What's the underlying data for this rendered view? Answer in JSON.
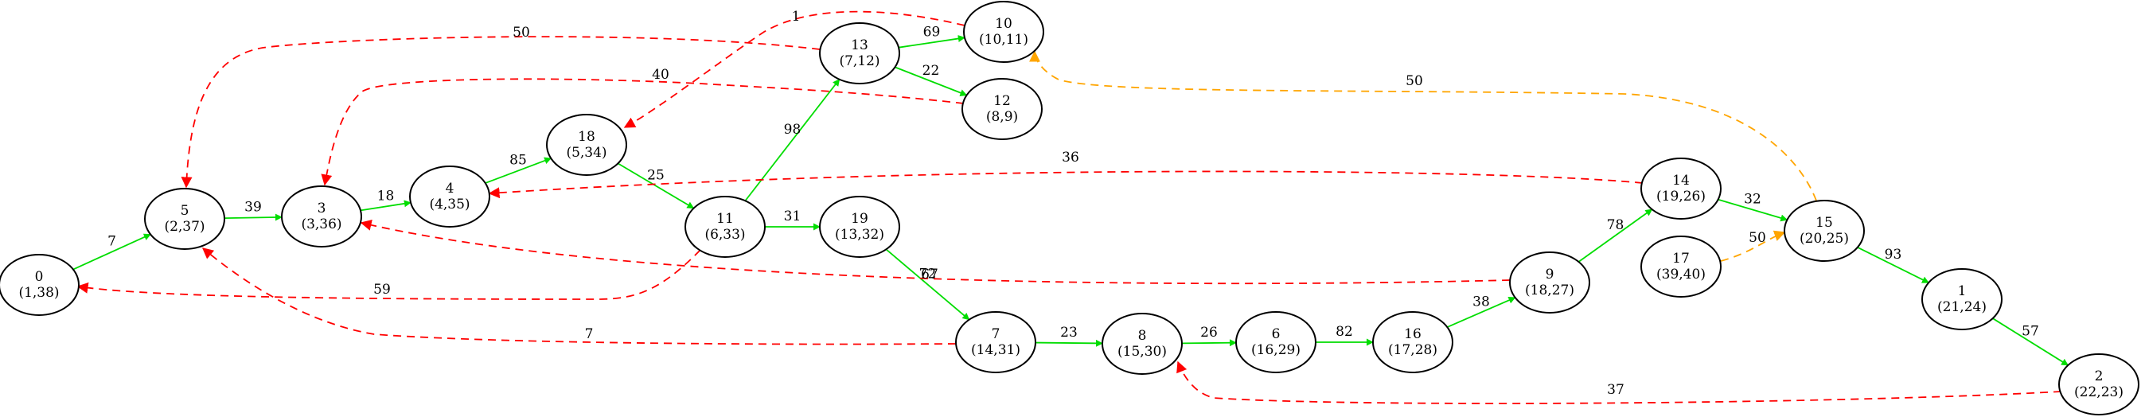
{
  "colors": {
    "tree": "#00dd00",
    "back": "#ff0000",
    "forward": "#ffa500",
    "node_stroke": "#000000"
  },
  "nodes": [
    {
      "id": "0",
      "label": "0",
      "times": "(1,38)"
    },
    {
      "id": "5",
      "label": "5",
      "times": "(2,37)"
    },
    {
      "id": "3",
      "label": "3",
      "times": "(3,36)"
    },
    {
      "id": "4",
      "label": "4",
      "times": "(4,35)"
    },
    {
      "id": "18",
      "label": "18",
      "times": "(5,34)"
    },
    {
      "id": "11",
      "label": "11",
      "times": "(6,33)"
    },
    {
      "id": "13",
      "label": "13",
      "times": "(7,12)"
    },
    {
      "id": "10",
      "label": "10",
      "times": "(10,11)"
    },
    {
      "id": "12",
      "label": "12",
      "times": "(8,9)"
    },
    {
      "id": "19",
      "label": "19",
      "times": "(13,32)"
    },
    {
      "id": "7",
      "label": "7",
      "times": "(14,31)"
    },
    {
      "id": "8",
      "label": "8",
      "times": "(15,30)"
    },
    {
      "id": "6",
      "label": "6",
      "times": "(16,29)"
    },
    {
      "id": "16",
      "label": "16",
      "times": "(17,28)"
    },
    {
      "id": "9",
      "label": "9",
      "times": "(18,27)"
    },
    {
      "id": "14",
      "label": "14",
      "times": "(19,26)"
    },
    {
      "id": "17",
      "label": "17",
      "times": "(39,40)"
    },
    {
      "id": "15",
      "label": "15",
      "times": "(20,25)"
    },
    {
      "id": "1",
      "label": "1",
      "times": "(21,24)"
    },
    {
      "id": "2",
      "label": "2",
      "times": "(22,23)"
    }
  ],
  "edges": [
    {
      "from": "0",
      "to": "5",
      "weight": "7",
      "type": "tree"
    },
    {
      "from": "5",
      "to": "3",
      "weight": "39",
      "type": "tree"
    },
    {
      "from": "3",
      "to": "4",
      "weight": "18",
      "type": "tree"
    },
    {
      "from": "4",
      "to": "18",
      "weight": "85",
      "type": "tree"
    },
    {
      "from": "18",
      "to": "11",
      "weight": "25",
      "type": "tree"
    },
    {
      "from": "11",
      "to": "13",
      "weight": "98",
      "type": "tree"
    },
    {
      "from": "13",
      "to": "10",
      "weight": "69",
      "type": "tree"
    },
    {
      "from": "13",
      "to": "12",
      "weight": "22",
      "type": "tree"
    },
    {
      "from": "11",
      "to": "19",
      "weight": "31",
      "type": "tree"
    },
    {
      "from": "19",
      "to": "7",
      "weight": "72",
      "type": "tree"
    },
    {
      "from": "7",
      "to": "8",
      "weight": "23",
      "type": "tree"
    },
    {
      "from": "8",
      "to": "6",
      "weight": "26",
      "type": "tree"
    },
    {
      "from": "6",
      "to": "16",
      "weight": "82",
      "type": "tree"
    },
    {
      "from": "16",
      "to": "9",
      "weight": "38",
      "type": "tree"
    },
    {
      "from": "9",
      "to": "14",
      "weight": "78",
      "type": "tree"
    },
    {
      "from": "14",
      "to": "15",
      "weight": "32",
      "type": "tree"
    },
    {
      "from": "15",
      "to": "1",
      "weight": "93",
      "type": "tree"
    },
    {
      "from": "1",
      "to": "2",
      "weight": "57",
      "type": "tree"
    },
    {
      "from": "13",
      "to": "5",
      "weight": "50",
      "type": "back"
    },
    {
      "from": "10",
      "to": "18",
      "weight": "1",
      "type": "back"
    },
    {
      "from": "12",
      "to": "3",
      "weight": "40",
      "type": "back"
    },
    {
      "from": "14",
      "to": "4",
      "weight": "36",
      "type": "back"
    },
    {
      "from": "11",
      "to": "0",
      "weight": "59",
      "type": "back"
    },
    {
      "from": "9",
      "to": "3",
      "weight": "67",
      "type": "back"
    },
    {
      "from": "7",
      "to": "5",
      "weight": "7",
      "type": "back"
    },
    {
      "from": "2",
      "to": "8",
      "weight": "37",
      "type": "back"
    },
    {
      "from": "15",
      "to": "10",
      "weight": "50",
      "type": "forward"
    },
    {
      "from": "17",
      "to": "15",
      "weight": "50",
      "type": "forward"
    }
  ]
}
